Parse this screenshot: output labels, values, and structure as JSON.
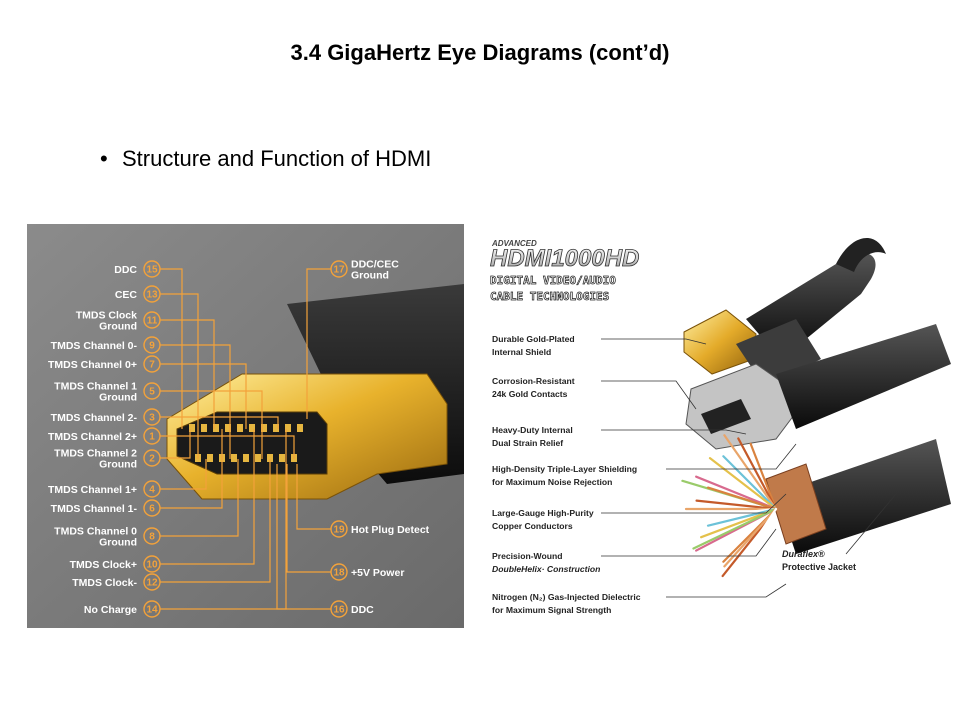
{
  "slide": {
    "title": "3.4 GigaHertz Eye Diagrams (cont’d)",
    "bullet": "Structure and Function of HDMI",
    "bullet_marker": "•"
  },
  "pinout": {
    "left": [
      {
        "label": [
          "DDC"
        ],
        "pin": "15"
      },
      {
        "label": [
          "CEC"
        ],
        "pin": "13"
      },
      {
        "label": [
          "TMDS Clock",
          "Ground"
        ],
        "pin": "11"
      },
      {
        "label": [
          "TMDS Channel 0-"
        ],
        "pin": "9"
      },
      {
        "label": [
          "TMDS Channel 0+"
        ],
        "pin": "7"
      },
      {
        "label": [
          "TMDS Channel 1",
          "Ground"
        ],
        "pin": "5"
      },
      {
        "label": [
          "TMDS Channel 2-"
        ],
        "pin": "3"
      },
      {
        "label": [
          "TMDS Channel 2+"
        ],
        "pin": "1"
      },
      {
        "label": [
          "TMDS Channel 2",
          "Ground"
        ],
        "pin": "2"
      },
      {
        "label": [
          "TMDS Channel 1+"
        ],
        "pin": "4"
      },
      {
        "label": [
          "TMDS Channel 1-"
        ],
        "pin": "6"
      },
      {
        "label": [
          "TMDS Channel 0",
          "Ground"
        ],
        "pin": "8"
      },
      {
        "label": [
          "TMDS Clock+"
        ],
        "pin": "10"
      },
      {
        "label": [
          "TMDS Clock-"
        ],
        "pin": "12"
      },
      {
        "label": [
          "No Charge"
        ],
        "pin": "14"
      }
    ],
    "right": [
      {
        "label": [
          "DDC/CEC",
          "Ground"
        ],
        "pin": "17"
      },
      {
        "label": [
          "Hot Plug Detect"
        ],
        "pin": "19"
      },
      {
        "label": [
          "+5V Power"
        ],
        "pin": "18"
      },
      {
        "label": [
          "DDC"
        ],
        "pin": "16"
      }
    ]
  },
  "cable": {
    "brand_small": "ADVANCED",
    "brand": "HDMI1000HD",
    "subtitle": [
      "DIGITAL VIDEO/AUDIO",
      "CABLE TECHNOLOGIES"
    ],
    "features": [
      {
        "lines": [
          "Durable Gold-Plated",
          "Internal Shield"
        ]
      },
      {
        "lines": [
          "Corrosion-Resistant",
          "24k Gold Contacts"
        ]
      },
      {
        "lines": [
          "Heavy-Duty Internal",
          "Dual Strain Relief"
        ]
      },
      {
        "lines": [
          "High-Density Triple-Layer Shielding",
          "for Maximum Noise Rejection"
        ]
      },
      {
        "lines": [
          "Large-Gauge High-Purity",
          "Copper Conductors"
        ]
      },
      {
        "lines": [
          "Precision-Wound",
          "DoubleHelix· Construction"
        ]
      },
      {
        "lines": [
          "Nitrogen (N₂) Gas-Injected Dielectric",
          "for Maximum Signal Strength"
        ]
      }
    ],
    "jacket": [
      "Duraflex®",
      "Protective Jacket"
    ],
    "colors": {
      "gold": "#e0a526",
      "orange": "#f3a23a",
      "panel": "#7a7a7a"
    }
  }
}
